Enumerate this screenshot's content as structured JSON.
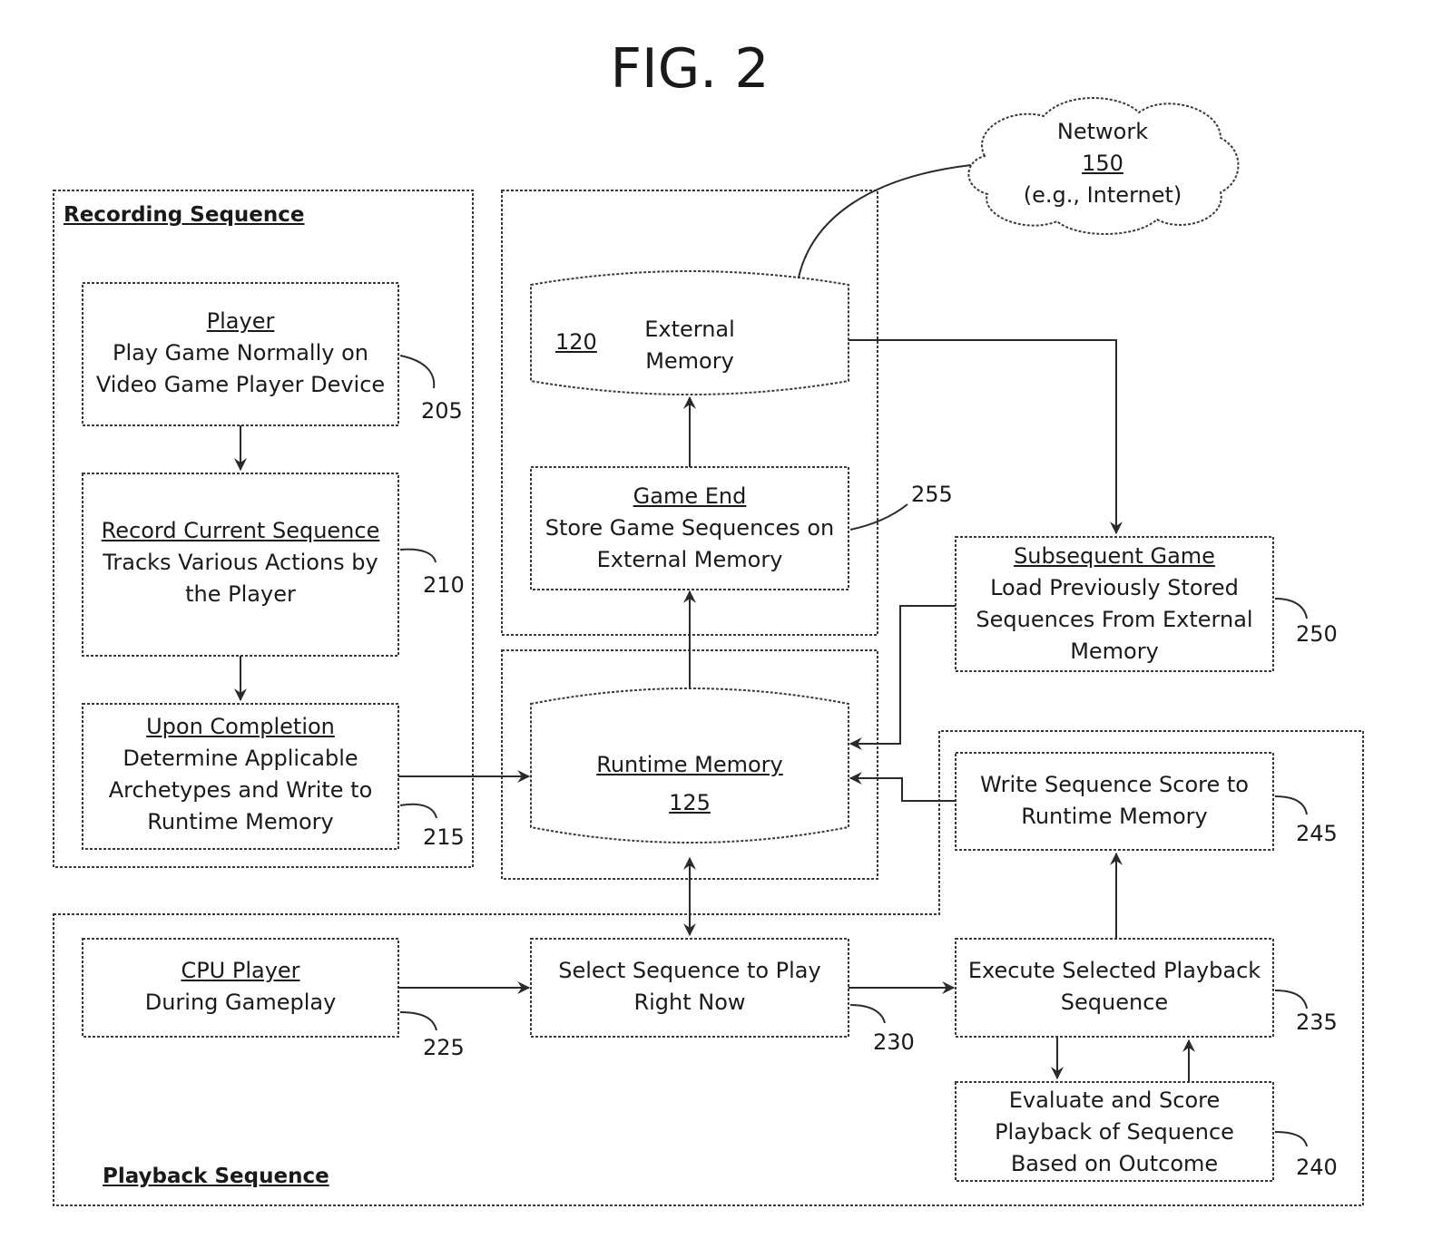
{
  "figure_title": "FIG. 2",
  "sections": {
    "recording": "Recording Sequence",
    "playback": "Playback Sequence"
  },
  "network": {
    "name": "Network",
    "number": "150",
    "example": "(e.g., Internet)"
  },
  "external_memory": {
    "number": "120",
    "line1": "External",
    "line2": "Memory"
  },
  "runtime_memory": {
    "name": "Runtime Memory",
    "number": "125"
  },
  "boxes": {
    "b205": {
      "title": "Player",
      "line1": "Play Game Normally on",
      "line2": "Video Game Player Device",
      "ref": "205"
    },
    "b210": {
      "title": "Record Current Sequence",
      "line1": "Tracks Various Actions by",
      "line2": "the Player",
      "ref": "210"
    },
    "b215": {
      "title": "Upon Completion",
      "line1": "Determine Applicable",
      "line2": "Archetypes and Write to",
      "line3": "Runtime Memory",
      "ref": "215"
    },
    "b255": {
      "title": "Game End",
      "line1": "Store Game Sequences on",
      "line2": "External Memory",
      "ref": "255"
    },
    "b250": {
      "title": "Subsequent Game",
      "line1": "Load Previously Stored",
      "line2": "Sequences From External",
      "line3": "Memory",
      "ref": "250"
    },
    "b245": {
      "line1": "Write Sequence Score to",
      "line2": "Runtime Memory",
      "ref": "245"
    },
    "b225": {
      "title": "CPU Player",
      "line1": "During Gameplay",
      "ref": "225"
    },
    "b230": {
      "line1": "Select Sequence to Play",
      "line2": "Right Now",
      "ref": "230"
    },
    "b235": {
      "line1": "Execute Selected Playback",
      "line2": "Sequence",
      "ref": "235"
    },
    "b240": {
      "line1": "Evaluate and Score",
      "line2": "Playback of Sequence",
      "line3": "Based on Outcome",
      "ref": "240"
    }
  }
}
